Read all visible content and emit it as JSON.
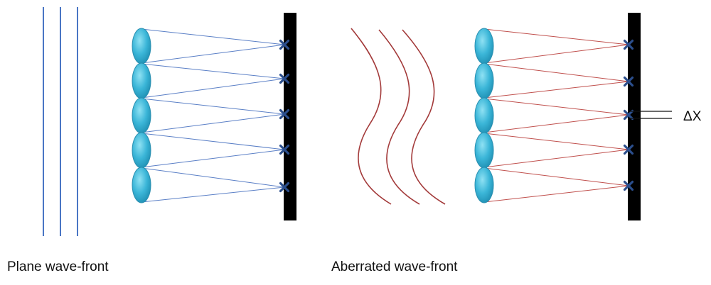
{
  "captions": {
    "left": "Plane wave-front",
    "right": "Aberrated wave-front"
  },
  "annotations": {
    "shift": "ΔX"
  },
  "colors": {
    "plane_wave": "#4a76c4",
    "aberrated_wave": "#a33a3a",
    "plane_rays": "#5a7fc6",
    "aberrated_rays": "#c0504d",
    "lens_fill": "#3bb6d8",
    "lens_stroke": "#2a8fb0",
    "sensor": "#000000",
    "spot": "#2b4e8c"
  },
  "lenslet_count": 5
}
